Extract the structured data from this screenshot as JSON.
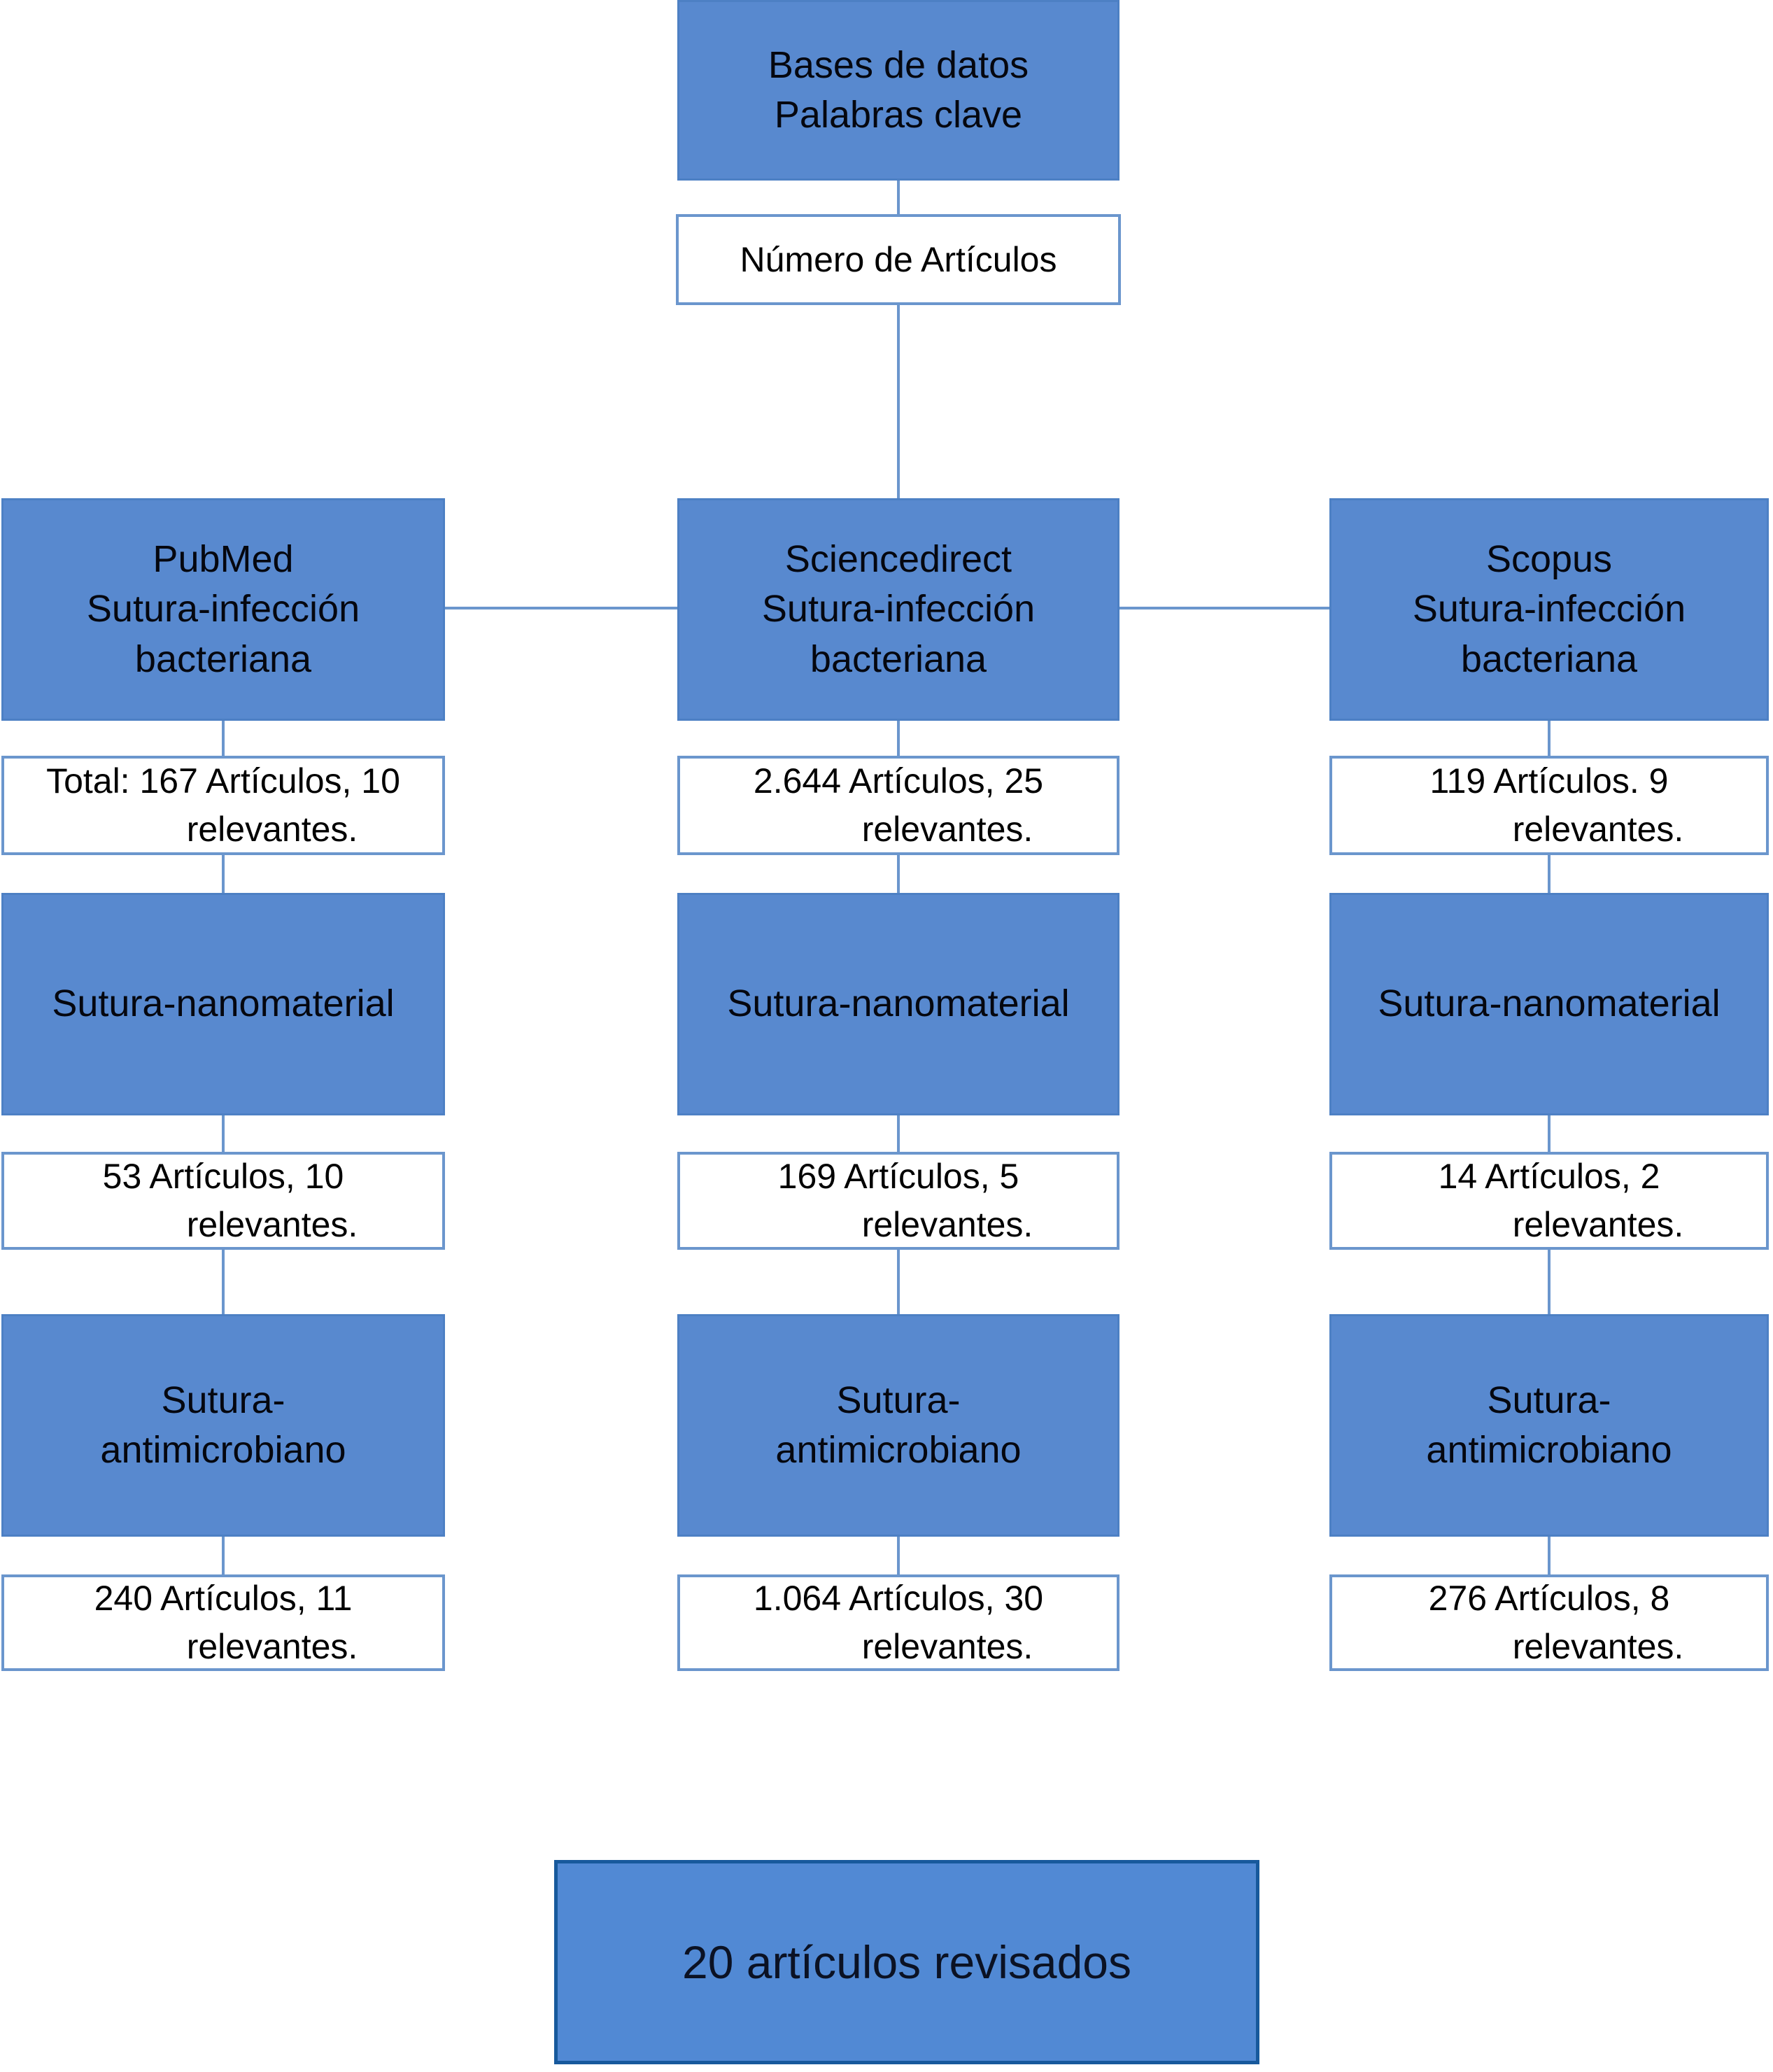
{
  "flow": {
    "source": "Bases de datos\nPalabras clave",
    "count": "Número de Artículos",
    "result": "20 artículos revisados"
  },
  "columns": [
    {
      "name": "PubMed",
      "header": "PubMed\nSutura-infección\nbacteriana",
      "stats": [
        {
          "line1": "Total: 167 Artículos, 10",
          "line2": "relevantes."
        },
        {
          "line1": "53 Artículos, 10",
          "line2": "relevantes."
        },
        {
          "line1": "240 Artículos, 11",
          "line2": "relevantes."
        }
      ],
      "filters": [
        "Sutura-nanomaterial",
        "Sutura-\nantimicrobiano"
      ]
    },
    {
      "name": "Sciencedirect",
      "header": "Sciencedirect\nSutura-infección\nbacteriana",
      "stats": [
        {
          "line1": "2.644 Artículos, 25",
          "line2": "relevantes."
        },
        {
          "line1": "169 Artículos, 5",
          "line2": "relevantes."
        },
        {
          "line1": "1.064 Artículos, 30",
          "line2": "relevantes."
        }
      ],
      "filters": [
        "Sutura-nanomaterial",
        "Sutura-\nantimicrobiano"
      ]
    },
    {
      "name": "Scopus",
      "header": "Scopus\nSutura-infección\nbacteriana",
      "stats": [
        {
          "line1": "119 Artículos. 9",
          "line2": "relevantes."
        },
        {
          "line1": "14 Artículos, 2",
          "line2": "relevantes."
        },
        {
          "line1": "276 Artículos, 8",
          "line2": "relevantes."
        }
      ],
      "filters": [
        "Sutura-nanomaterial",
        "Sutura-\nantimicrobiano"
      ]
    }
  ],
  "colors": {
    "box_fill": "#5889CF",
    "box_border": "#4d80c4",
    "white_box_border": "#6b96cd",
    "connector": "#6b96cd",
    "result_fill": "#5189D4",
    "result_border": "#17599c",
    "text": "#000000"
  }
}
